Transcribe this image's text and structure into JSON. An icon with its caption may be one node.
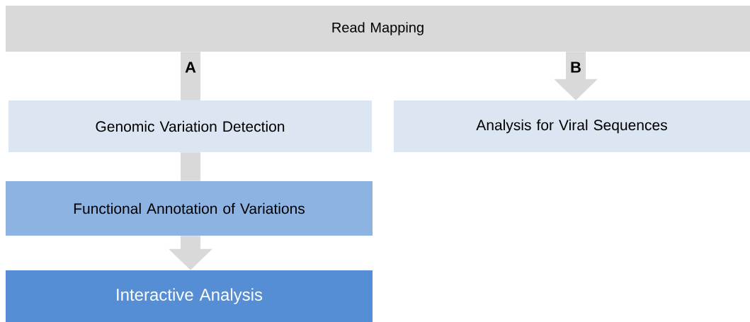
{
  "diagram": {
    "nodes": [
      {
        "text": [
          "Read Mapping"
        ]
      },
      {
        "text": [
          "Genomic Variation Detection"
        ]
      },
      {
        "text": [
          "Analysis for Viral Sequences"
        ]
      },
      {
        "text": [
          "Functional Annotation of Variations"
        ]
      },
      {
        "text": [
          "Interactive Analysis"
        ]
      }
    ],
    "edges": [
      {
        "from": 0,
        "to": 1,
        "arrow": "none",
        "label": "A"
      },
      {
        "from": 0,
        "to": 2,
        "arrow": "to",
        "label": "B"
      },
      {
        "from": 1,
        "to": 3,
        "arrow": "none"
      },
      {
        "from": 3,
        "to": 4,
        "arrow": "to"
      }
    ]
  }
}
